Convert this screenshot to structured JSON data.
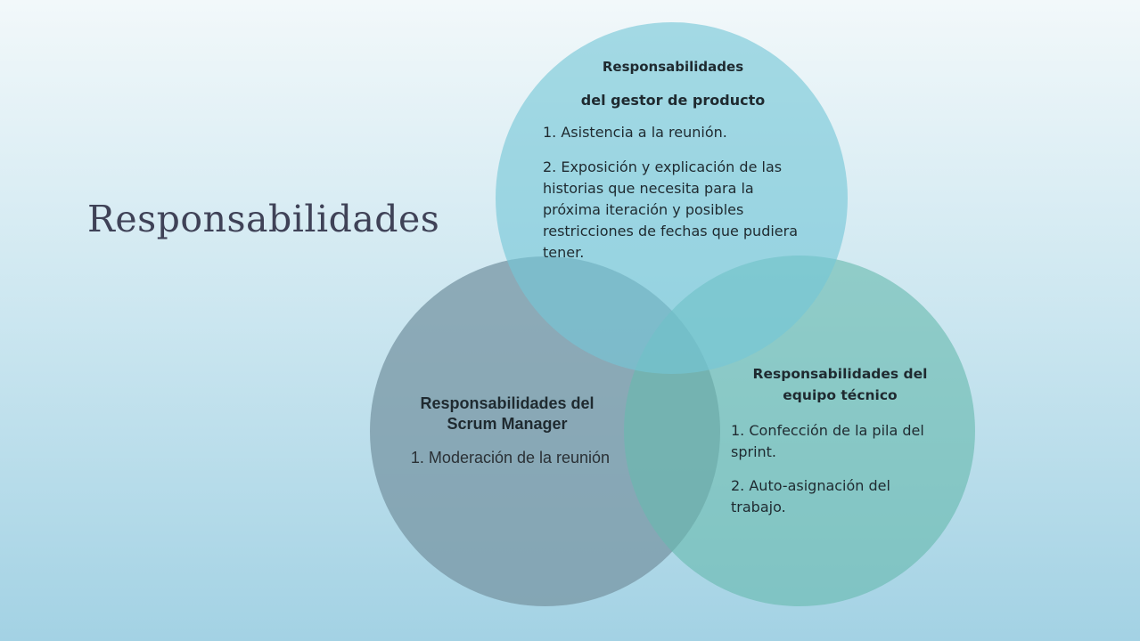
{
  "title": "Responsabilidades",
  "product_owner": {
    "heading_line1": "Responsabilidades",
    "heading_line2": "del gestor de producto",
    "item1": "1. Asistencia a la reunión.",
    "item2": "2. Exposición y explicación de las historias que necesita para la próxima iteración y posibles restricciones de fechas que pudiera tener."
  },
  "team": {
    "heading": "Responsabilidades del equipo técnico",
    "item1": "1. Confección de la pila del sprint.",
    "item2": "2. Auto-asignación del trabajo."
  },
  "scrum_manager": {
    "heading": "Responsabilidades del Scrum Manager",
    "item1": "1. Moderación de la reunión"
  },
  "colors": {
    "product_circle": "#74c6d6",
    "team_circle": "#68b9af",
    "scrum_circle": "#7a98a7",
    "title_text": "#3f4257"
  }
}
